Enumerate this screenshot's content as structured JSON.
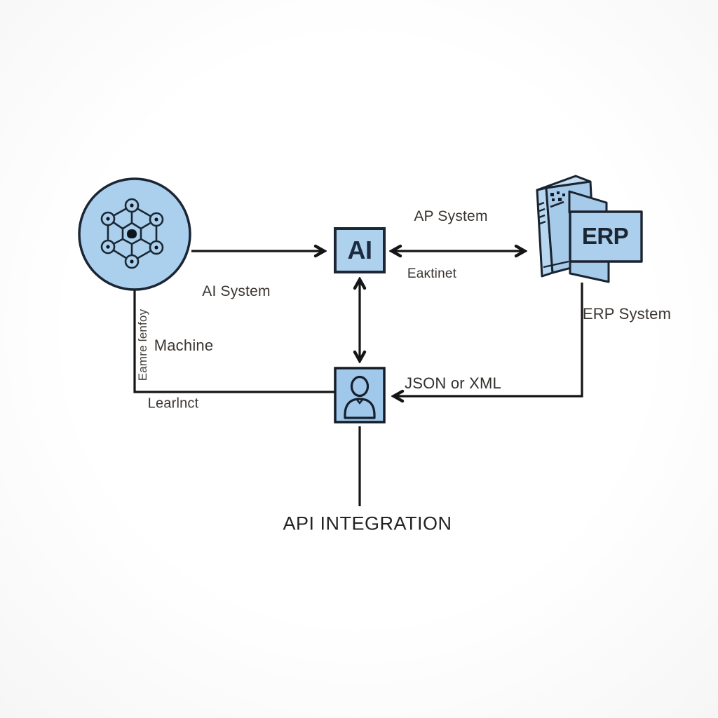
{
  "title": "API INTEGRATION",
  "colors": {
    "background": "#fcfcfc",
    "node_fill": "#aad0ee",
    "node_fill_light": "#bfd9f0",
    "outline": "#1b2330",
    "connector_line": "#151515",
    "label_text": "#3a3531",
    "box_text": "#1c2b3f"
  },
  "nodes": {
    "ml": {
      "icon": "neural-network-icon",
      "label_side": "AI System",
      "label_main": "Machine",
      "label_vertical": "Eamre ſenfoy",
      "label_bottom": "Learlnct"
    },
    "ai": {
      "text": "AI"
    },
    "erp": {
      "icon": "erp-server-icon",
      "text": "ERP",
      "label": "ERP System"
    },
    "user": {
      "icon": "person-icon"
    }
  },
  "edges": {
    "ml_to_ai": {
      "type": "arrow-right"
    },
    "ai_erp": {
      "type": "double-arrow",
      "label_top": "AP System",
      "label_bottom": "Eaĸtinet"
    },
    "ai_user": {
      "type": "double-arrow"
    },
    "ml_to_user": {
      "type": "plain-elbow"
    },
    "erp_to_user": {
      "type": "arrow-left-elbow",
      "label": "JSON or XML"
    },
    "user_to_title": {
      "type": "plain-line"
    }
  }
}
